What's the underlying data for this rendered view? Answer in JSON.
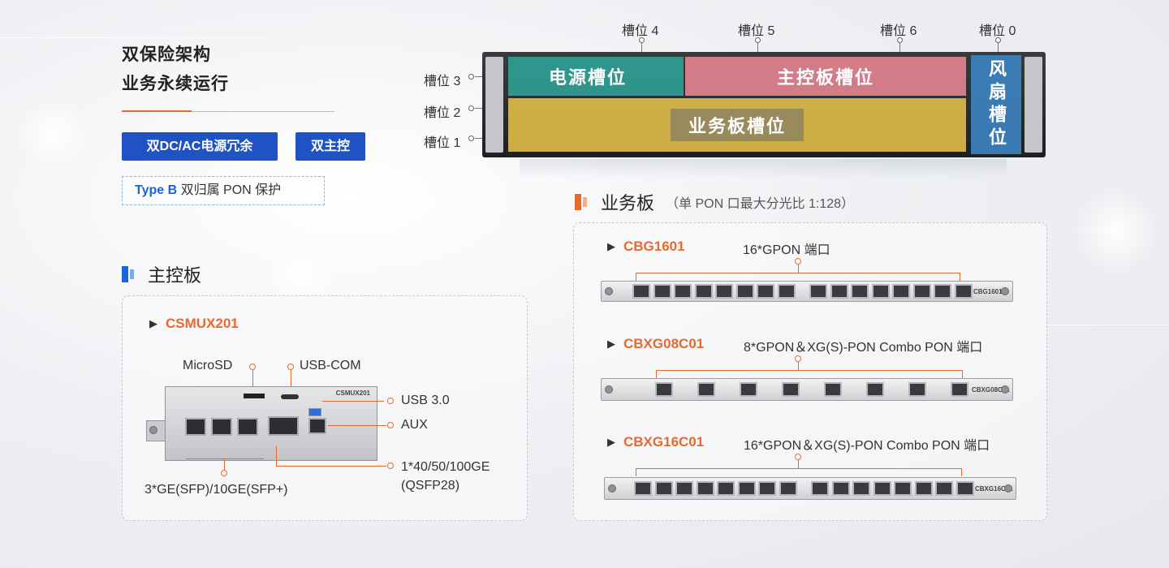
{
  "headline": {
    "line1": "双保险架构",
    "line2": "业务永续运行"
  },
  "badges": {
    "power": "双DC/AC电源冗余",
    "control": "双主控",
    "typeb_prefix": "Type B",
    "typeb_rest": " 双归属 PON 保护"
  },
  "main_board": {
    "title": "主控板",
    "model": "CSMUX201",
    "labels": {
      "microsd": "MicroSD",
      "usb_com": "USB-COM",
      "usb3": "USB 3.0",
      "aux": "AUX",
      "ge": "3*GE(SFP)/10GE(SFP+)",
      "qsfp_line1": "1*40/50/100GE",
      "qsfp_line2": "(QSFP28)"
    },
    "board_silk": "CSMUX201"
  },
  "chassis": {
    "slot_labels": {
      "slot4": "槽位 4",
      "slot5": "槽位 5",
      "slot6": "槽位 6",
      "slot0": "槽位 0",
      "slot3": "槽位 3",
      "slot2": "槽位 2",
      "slot1": "槽位 1"
    },
    "overlays": {
      "power": "电源槽位",
      "control": "主控板槽位",
      "service": "业务板槽位",
      "fan": "风扇槽位"
    }
  },
  "service_board": {
    "title": "业务板",
    "subtitle": "（单 PON 口最大分光比 1:128）",
    "cards": [
      {
        "model": "CBG1601",
        "desc": "16*GPON 端口",
        "silk": "CBG1601"
      },
      {
        "model": "CBXG08C01",
        "desc": "8*GPON＆XG(S)-PON Combo PON 端口",
        "silk": "CBXG08C01"
      },
      {
        "model": "CBXG16C01",
        "desc": "16*GPON＆XG(S)-PON Combo PON 端口",
        "silk": "CBXG16C01"
      }
    ]
  },
  "colors": {
    "accent_orange": "#e8692c",
    "brand_blue": "#1f53c4",
    "power_slot": "#2fa79a",
    "control_slot": "#f08a96",
    "service_slot": "#f2cc4c",
    "fan_slot": "#3d86c6"
  }
}
